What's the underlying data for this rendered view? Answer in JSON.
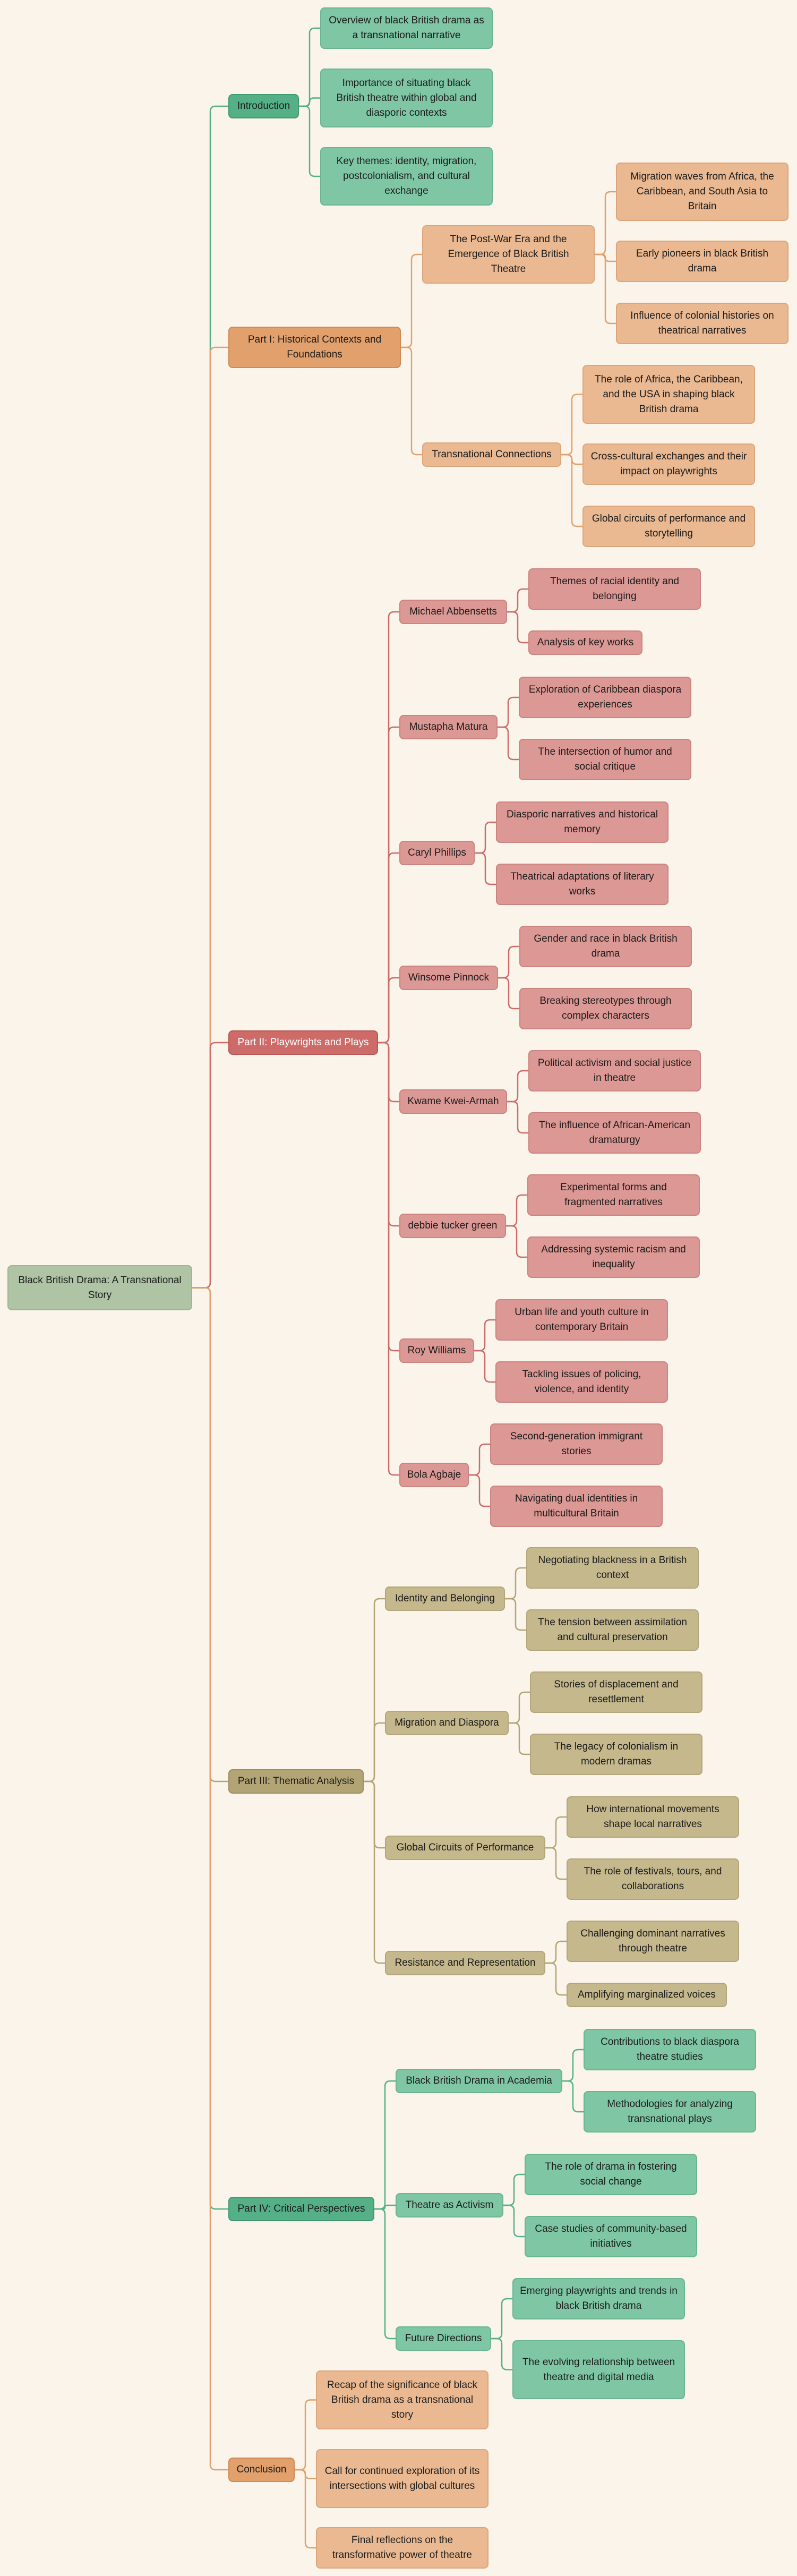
{
  "mindmap": {
    "root": "Black British Drama: A Transnational Story",
    "introduction": {
      "label": "Introduction",
      "items": [
        "Overview of black British drama as a transnational narrative",
        "Importance of situating black British theatre within global and diasporic contexts",
        "Key themes: identity, migration, postcolonialism, and cultural exchange"
      ]
    },
    "part1": {
      "label": "Part I: Historical Contexts and Foundations",
      "post_war": {
        "label": "The Post-War Era and the Emergence of Black British Theatre",
        "items": [
          "Migration waves from Africa, the Caribbean, and South Asia to Britain",
          "Early pioneers in black British drama",
          "Influence of colonial histories on theatrical narratives"
        ]
      },
      "transnational": {
        "label": "Transnational Connections",
        "items": [
          "The role of Africa, the Caribbean, and the USA in shaping black British drama",
          "Cross-cultural exchanges and their impact on playwrights",
          "Global circuits of performance and storytelling"
        ]
      }
    },
    "part2": {
      "label": "Part II: Playwrights and Plays",
      "abbensetts": {
        "label": "Michael Abbensetts",
        "items": [
          "Themes of racial identity and belonging",
          "Analysis of key works"
        ]
      },
      "matura": {
        "label": "Mustapha Matura",
        "items": [
          "Exploration of Caribbean diaspora experiences",
          "The intersection of humor and social critique"
        ]
      },
      "phillips": {
        "label": "Caryl Phillips",
        "items": [
          "Diasporic narratives and historical memory",
          "Theatrical adaptations of literary works"
        ]
      },
      "pinnock": {
        "label": "Winsome Pinnock",
        "items": [
          "Gender and race in black British drama",
          "Breaking stereotypes through complex characters"
        ]
      },
      "kwei_armah": {
        "label": "Kwame Kwei-Armah",
        "items": [
          "Political activism and social justice in theatre",
          "The influence of African-American dramaturgy"
        ]
      },
      "tucker_green": {
        "label": "debbie tucker green",
        "items": [
          "Experimental forms and fragmented narratives",
          "Addressing systemic racism and inequality"
        ]
      },
      "williams": {
        "label": "Roy Williams",
        "items": [
          "Urban life and youth culture in contemporary Britain",
          "Tackling issues of policing, violence, and identity"
        ]
      },
      "agbaje": {
        "label": "Bola Agbaje",
        "items": [
          "Second-generation immigrant stories",
          "Navigating dual identities in multicultural Britain"
        ]
      }
    },
    "part3": {
      "label": "Part III: Thematic Analysis",
      "identity": {
        "label": "Identity and Belonging",
        "items": [
          "Negotiating blackness in a British context",
          "The tension between assimilation and cultural preservation"
        ]
      },
      "migration": {
        "label": "Migration and Diaspora",
        "items": [
          "Stories of displacement and resettlement",
          "The legacy of colonialism in modern dramas"
        ]
      },
      "global": {
        "label": "Global Circuits of Performance",
        "items": [
          "How international movements shape local narratives",
          "The role of festivals, tours, and collaborations"
        ]
      },
      "resistance": {
        "label": "Resistance and Representation",
        "items": [
          "Challenging dominant narratives through theatre",
          "Amplifying marginalized voices"
        ]
      }
    },
    "part4": {
      "label": "Part IV: Critical Perspectives",
      "academia": {
        "label": "Black British Drama in Academia",
        "items": [
          "Contributions to black diaspora theatre studies",
          "Methodologies for analyzing transnational plays"
        ]
      },
      "activism": {
        "label": "Theatre as Activism",
        "items": [
          "The role of drama in fostering social change",
          "Case studies of community-based initiatives"
        ]
      },
      "future": {
        "label": "Future Directions",
        "items": [
          "Emerging playwrights and trends in black British drama",
          "The evolving relationship between theatre and digital media"
        ]
      }
    },
    "conclusion": {
      "label": "Conclusion",
      "items": [
        "Recap of the significance of black British drama as a transnational story",
        "Call for continued exploration of its intersections with global cultures",
        "Final reflections on the transformative power of theatre"
      ]
    }
  },
  "colors": {
    "green": "#55b088",
    "orange": "#e2a06c",
    "red": "#cc6b68",
    "olive": "#b2a475",
    "root": "#afc4a4",
    "background": "#faf4ea"
  }
}
